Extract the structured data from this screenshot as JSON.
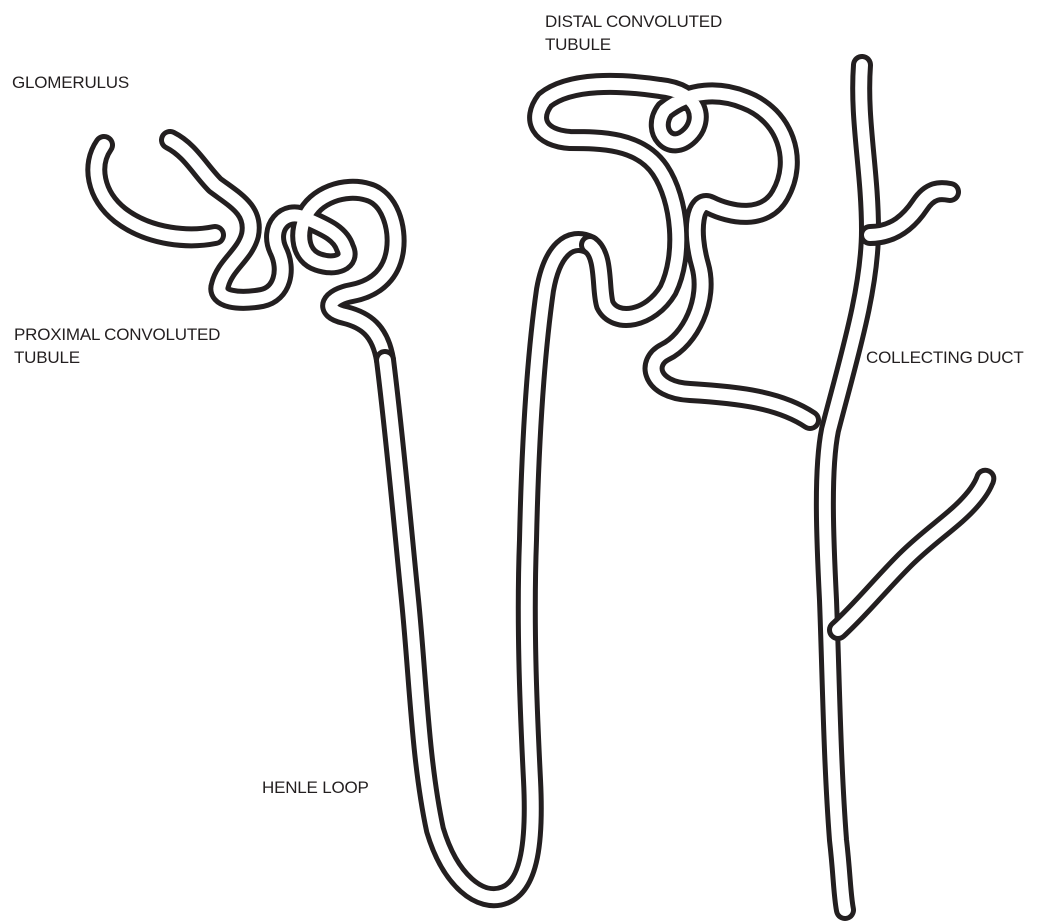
{
  "labels": {
    "glomerulus": "GLOMERULUS",
    "distal_line1": "DISTAL CONVOLUTED",
    "distal_line2": "TUBULE",
    "proximal_line1": "PROXIMAL CONVOLUTED",
    "proximal_line2": "TUBULE",
    "collecting_duct": "COLLECTING DUCT",
    "henle_loop": "HENLE LOOP"
  },
  "colors": {
    "stroke": "#231f20",
    "background": "#ffffff"
  }
}
